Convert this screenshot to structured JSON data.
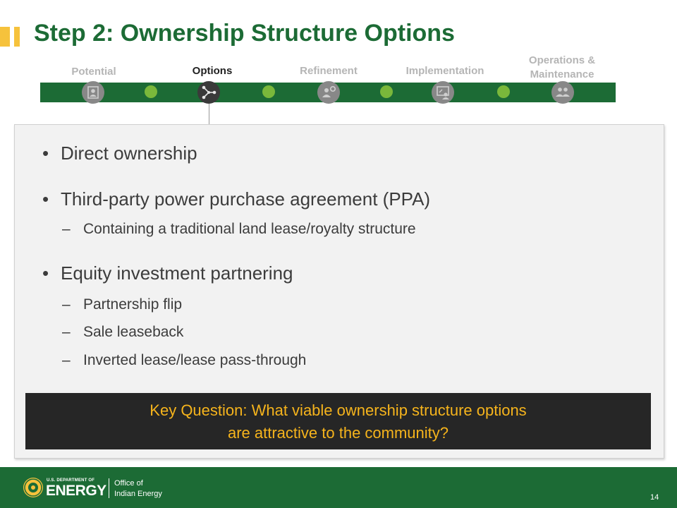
{
  "title": "Step 2: Ownership Structure Options",
  "steps": [
    {
      "label": "Potential",
      "icon": "person-board-icon"
    },
    {
      "label": "Options",
      "icon": "branch-options-icon"
    },
    {
      "label": "Refinement",
      "icon": "person-gear-icon"
    },
    {
      "label": "Implementation",
      "icon": "person-chart-icon"
    },
    {
      "label": "Operations & Maintenance",
      "label_line1": "Operations &",
      "label_line2": "Maintenance",
      "icon": "people-group-icon"
    }
  ],
  "active_step": "Options",
  "bullets": {
    "b1": "Direct ownership",
    "b2": "Third-party power purchase agreement (PPA)",
    "b2_sub1": "Containing a traditional land lease/royalty structure",
    "b3": "Equity investment partnering",
    "b3_sub1": "Partnership flip",
    "b3_sub2": "Sale leaseback",
    "b3_sub3": "Inverted lease/lease pass-through"
  },
  "key_question": {
    "line1": "Key Question: What viable ownership structure options",
    "line2": "are attractive to the community?"
  },
  "footer": {
    "dept_small": "U.S. DEPARTMENT OF",
    "dept_big": "ENERGY",
    "office_line1": "Office of",
    "office_line2": "Indian Energy",
    "page_number": "14"
  },
  "colors": {
    "green": "#1c6b35",
    "light_green": "#7ab83b",
    "accent_yellow": "#f6c23c",
    "question_text": "#f6b41c",
    "key_box": "#262626"
  }
}
